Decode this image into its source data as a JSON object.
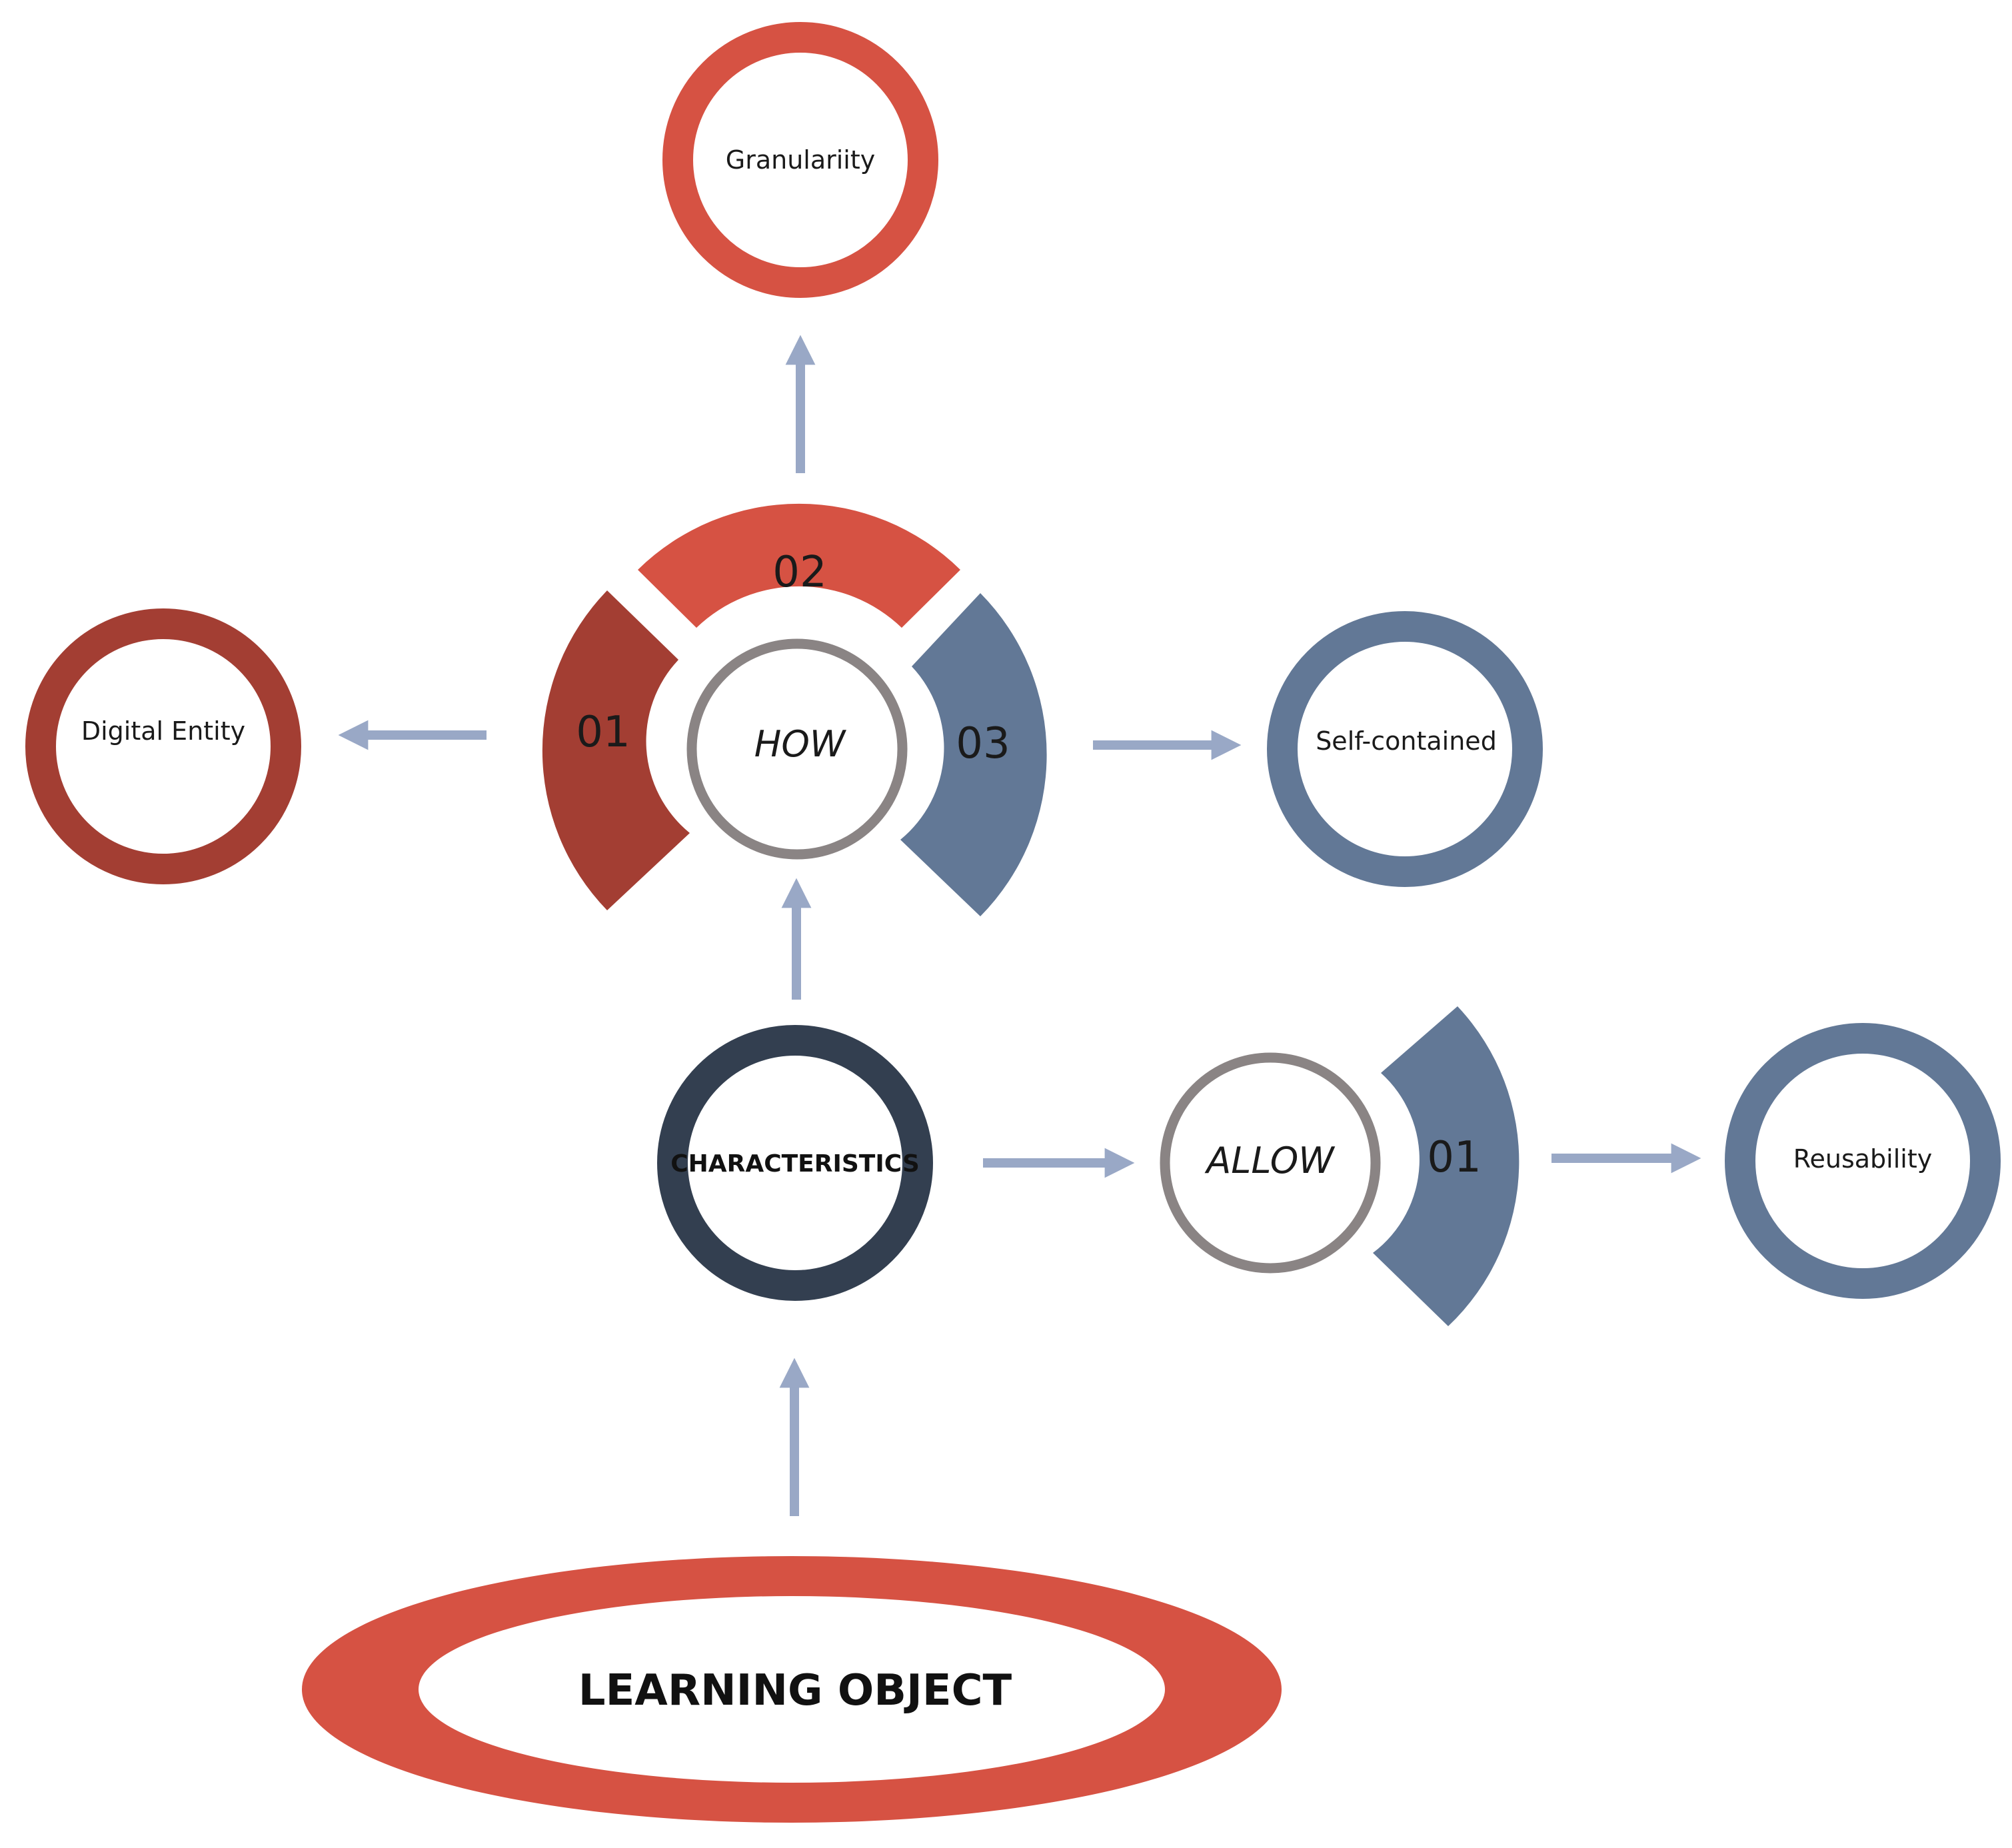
{
  "colors": {
    "red": "#d65243",
    "dark_red": "#a33e33",
    "slate_blue": "#627896",
    "navy": "#333f50",
    "gray_ring": "#8a8484",
    "arrow": "#99a8c6"
  },
  "nodes": {
    "learning_object": "LEARNING OBJECT",
    "characteristics": "CHARACTERISTICS",
    "how": "HOW",
    "allow": "ALLOW",
    "granularity": "Granulariity",
    "digital_entity": "Digital Entity",
    "self_contained": "Self-contained",
    "reusability": "Reusability"
  },
  "segments": {
    "how_01": "01",
    "how_02": "02",
    "how_03": "03",
    "allow_01": "01"
  }
}
